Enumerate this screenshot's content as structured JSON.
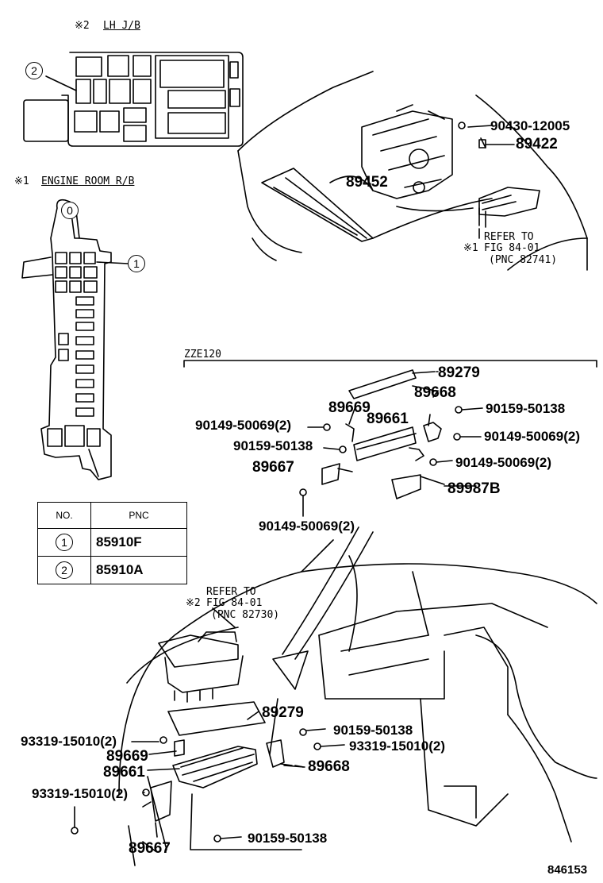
{
  "diagram_code": "846153",
  "lh_jb": {
    "title": "LH J/B",
    "mark": "※2",
    "callout": "2"
  },
  "engine_room_rb": {
    "title": "ENGINE ROOM R/B",
    "mark": "※1",
    "callouts": [
      "0",
      "1"
    ]
  },
  "engine_view": {
    "parts": [
      "90430-12005",
      "89422",
      "89452"
    ],
    "refer": {
      "mark": "※1",
      "line1": "REFER TO",
      "line2": "FIG 84-01",
      "line3": "(PNC 82741)"
    }
  },
  "zze_box": {
    "title": "ZZE120",
    "parts": [
      "89279",
      "89668",
      "89669",
      "89661",
      "90159-50138",
      "90149-50069(2)",
      "90159-50138",
      "90149-50069(2)",
      "89667",
      "90149-50069(2)",
      "89987B",
      "90149-50069(2)"
    ]
  },
  "pnc_table": {
    "headers": [
      "NO.",
      "PNC"
    ],
    "rows": [
      {
        "no": "1",
        "pnc": "85910F"
      },
      {
        "no": "2",
        "pnc": "85910A"
      }
    ]
  },
  "cabin_view": {
    "refer": {
      "mark": "※2",
      "line1": "REFER TO",
      "line2": "FIG 84-01",
      "line3": "(PNC 82730)"
    },
    "parts": [
      "89279",
      "93319-15010(2)",
      "89669",
      "89661",
      "93319-15010(2)",
      "90159-50138",
      "93319-15010(2)",
      "89668",
      "89667",
      "90159-50138"
    ]
  }
}
